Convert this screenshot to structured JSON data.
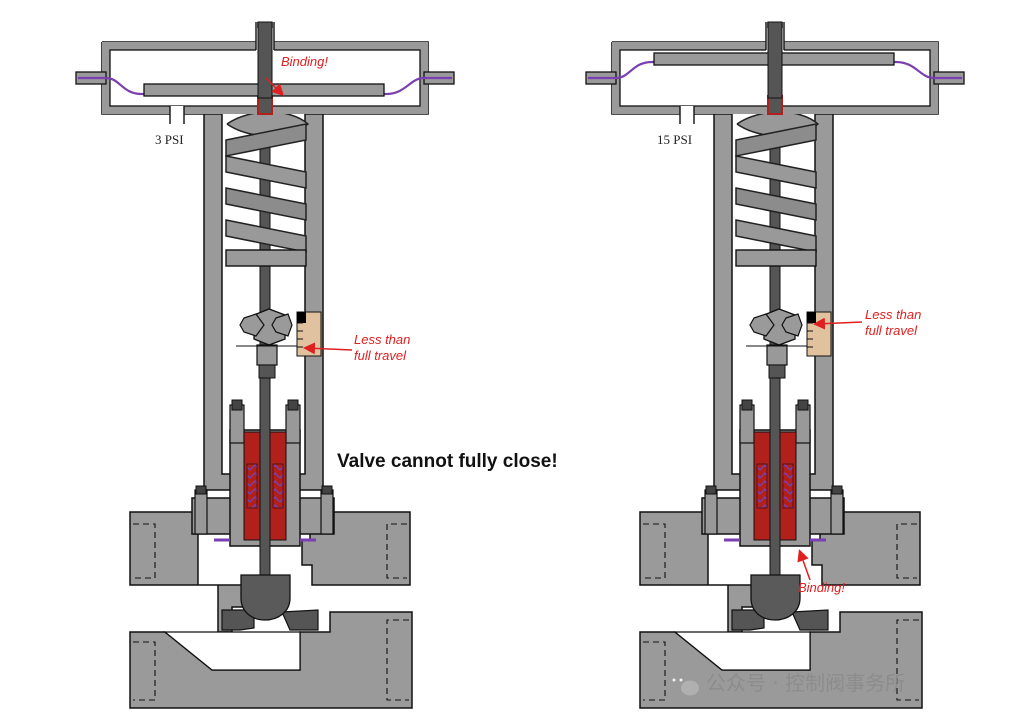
{
  "colors": {
    "body_gray": "#9a9a9a",
    "outline": "#111111",
    "packing_red": "#b2201c",
    "diaphragm_purple": "#7a3fb0",
    "annotation_red": "#e02020",
    "gauge_tan": "#e1c29f"
  },
  "left_valve": {
    "signal_label": "3 PSI",
    "binding_label": "Binding!",
    "travel_label_line1": "Less than",
    "travel_label_line2": "full travel"
  },
  "right_valve": {
    "signal_label": "15 PSI",
    "binding_label": "Binding!",
    "travel_label_line1": "Less than",
    "travel_label_line2": "full travel"
  },
  "headline": "Valve cannot fully close!",
  "watermark": {
    "icon": "wechat-icon",
    "text": "公众号 · 控制阀事务所"
  }
}
